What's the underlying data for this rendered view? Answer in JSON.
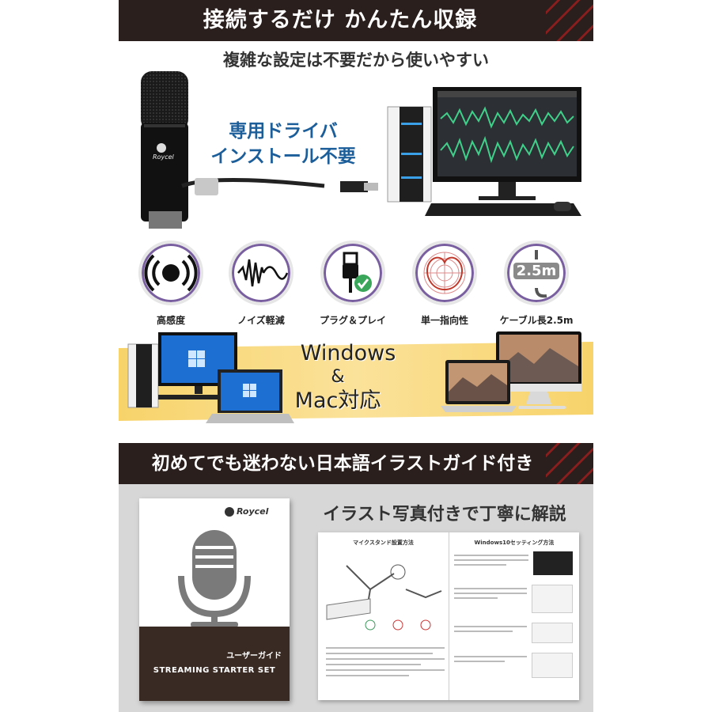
{
  "top_banner": "接続するだけ かんたん収録",
  "subtitle": "複雑な設定は不要だから使いやすい",
  "driver_text_line1": "専用ドライバ",
  "driver_text_line2": "インストール不要",
  "mic_brand": "Roycel",
  "features": [
    {
      "label": "高感度",
      "icon": "sound-waves-icon"
    },
    {
      "label": "ノイズ軽減",
      "icon": "noise-wave-icon"
    },
    {
      "label": "プラグ＆プレイ",
      "icon": "usb-plug-check-icon"
    },
    {
      "label": "単一指向性",
      "icon": "cardioid-pattern-icon"
    },
    {
      "label": "ケーブル長2.5m",
      "icon": "cable-icon",
      "badge": "2.5m"
    }
  ],
  "os_support_line1": "Windows",
  "os_support_line2": "&",
  "os_support_line3": "Mac対応",
  "guide_banner": "初めてでも迷わない日本語イラストガイド付き",
  "guide_subtitle": "イラスト写真付きで丁寧に解説",
  "booklet": {
    "brand": "Roycel",
    "title_jp": "ユーザーガイド",
    "title_en": "STREAMING STARTER SET"
  },
  "manual_left_title": "マイクスタンド設置方法",
  "manual_right_title": "Windows10セッティング方法",
  "colors": {
    "dark_banner": "#2a1f1c",
    "accent_purple": "#7a5fa0",
    "accent_yellow": "#f5c33b",
    "guide_bg": "#d7d7d7",
    "driver_text": "#1c5e9a"
  }
}
